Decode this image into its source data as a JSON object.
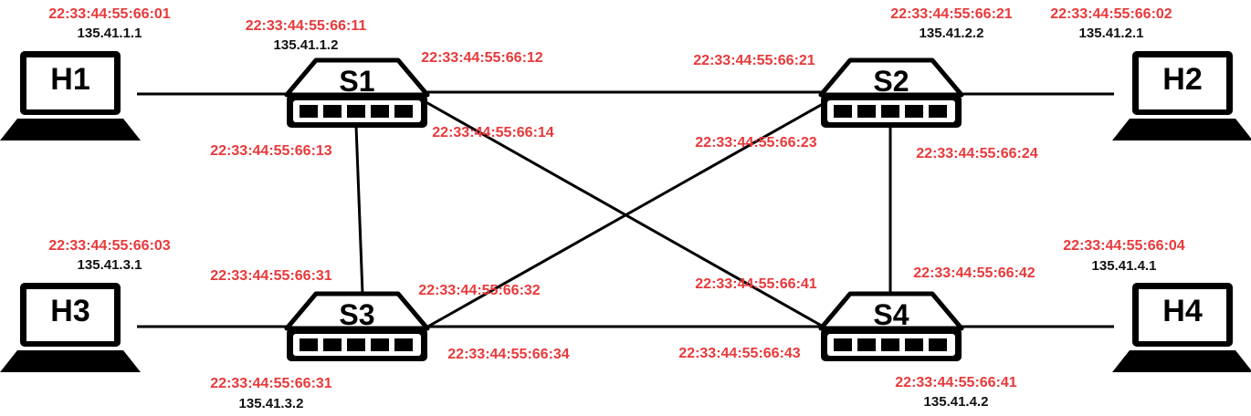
{
  "hosts": {
    "h1": {
      "label": "H1",
      "mac": "22:33:44:55:66:01",
      "ip": "135.41.1.1"
    },
    "h2": {
      "label": "H2",
      "mac": "22:33:44:55:66:02",
      "ip": "135.41.2.1"
    },
    "h3": {
      "label": "H3",
      "mac": "22:33:44:55:66:03",
      "ip": "135.41.3.1"
    },
    "h4": {
      "label": "H4",
      "mac": "22:33:44:55:66:04",
      "ip": "135.41.4.1"
    }
  },
  "switches": {
    "s1": {
      "label": "S1"
    },
    "s2": {
      "label": "S2"
    },
    "s3": {
      "label": "S3"
    },
    "s4": {
      "label": "S4"
    }
  },
  "interfaces": {
    "s1_h1": {
      "mac": "22:33:44:55:66:11",
      "ip": "135.41.1.2"
    },
    "s1_s2": {
      "mac": "22:33:44:55:66:12"
    },
    "s1_s3": {
      "mac": "22:33:44:55:66:13"
    },
    "s1_s4": {
      "mac": "22:33:44:55:66:14"
    },
    "s2_h2": {
      "mac": "22:33:44:55:66:21",
      "ip": "135.41.2.2"
    },
    "s2_s1": {
      "mac": "22:33:44:55:66:21"
    },
    "s2_s3": {
      "mac": "22:33:44:55:66:23"
    },
    "s2_s4": {
      "mac": "22:33:44:55:66:24"
    },
    "s3_s1": {
      "mac": "22:33:44:55:66:31"
    },
    "s3_h3": {
      "mac": "22:33:44:55:66:31",
      "ip": "135.41.3.2"
    },
    "s3_s2": {
      "mac": "22:33:44:55:66:32"
    },
    "s3_s4": {
      "mac": "22:33:44:55:66:34"
    },
    "s4_s1": {
      "mac": "22:33:44:55:66:41"
    },
    "s4_s2": {
      "mac": "22:33:44:55:66:42"
    },
    "s4_s3": {
      "mac": "22:33:44:55:66:43"
    },
    "s4_h4": {
      "mac": "22:33:44:55:66:41",
      "ip": "135.41.4.2"
    }
  },
  "colors": {
    "mac_text": "#e8393a",
    "ip_text": "#111111",
    "line": "#000000"
  }
}
